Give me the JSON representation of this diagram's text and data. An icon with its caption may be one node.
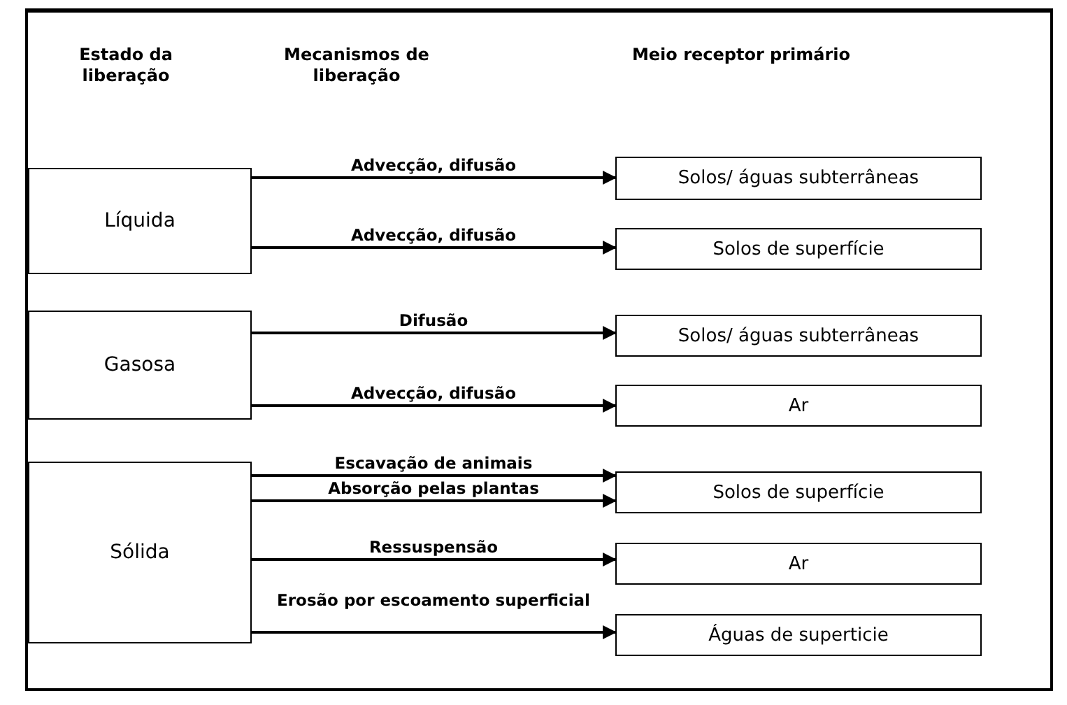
{
  "diagram": {
    "nodes": [
      {
        "text": [
          "Líquida"
        ]
      },
      {
        "text": [
          "Gasosa"
        ]
      },
      {
        "text": [
          "Sólida"
        ]
      },
      {
        "text": [
          "Solos/ águas subterrâneas"
        ]
      },
      {
        "text": [
          "Solos de superfície"
        ]
      },
      {
        "text": [
          "Solos/ águas subterrâneas"
        ]
      },
      {
        "text": [
          "Ar"
        ]
      },
      {
        "text": [
          "Solos de superfície"
        ]
      },
      {
        "text": [
          "Ar"
        ]
      },
      {
        "text": [
          "Águas de superticie"
        ]
      }
    ],
    "edges": [
      {
        "from": 0,
        "to": 3,
        "arrow": "to",
        "label": "Advecção, difusão"
      },
      {
        "from": 0,
        "to": 4,
        "arrow": "to",
        "label": "Advecção, difusão"
      },
      {
        "from": 1,
        "to": 5,
        "arrow": "to",
        "label": "Difusão"
      },
      {
        "from": 1,
        "to": 6,
        "arrow": "to",
        "label": "Advecção, difusão"
      },
      {
        "from": 2,
        "to": 7,
        "arrow": "to",
        "label": "Escavação de animais"
      },
      {
        "from": 2,
        "to": 7,
        "arrow": "to",
        "label": "Absorção pelas plantas"
      },
      {
        "from": 2,
        "to": 8,
        "arrow": "to",
        "label": "Ressuspensão"
      },
      {
        "from": 2,
        "to": 9,
        "arrow": "to",
        "label": "Erosão por escoamento superficial"
      }
    ],
    "labels": [
      "Estado da liberação",
      "Mecanismos de liberação",
      "Meio receptor primário"
    ]
  }
}
